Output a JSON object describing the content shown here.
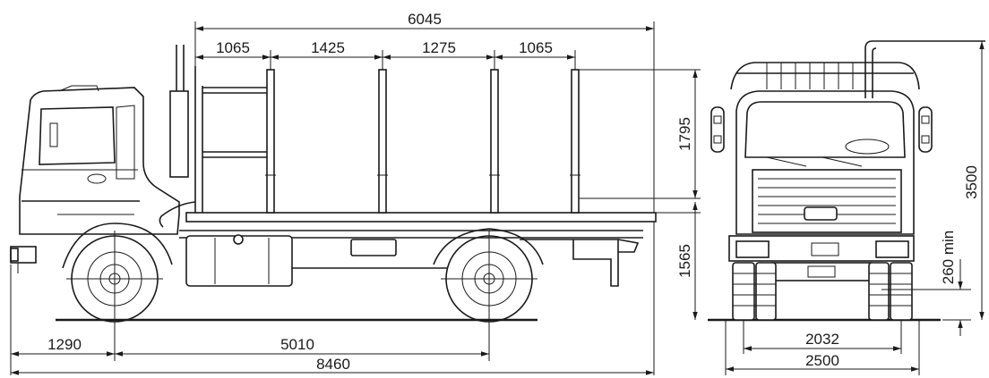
{
  "dimensions": {
    "load_length": "6045",
    "stake_gap_1": "1065",
    "stake_gap_2": "1425",
    "stake_gap_3": "1275",
    "stake_gap_4": "1065",
    "stake_height": "1795",
    "platform_height": "1565",
    "front_overhang": "1290",
    "wheelbase": "5010",
    "overall_length": "8460",
    "overall_height": "3500",
    "ground_clearance": "260 min",
    "track_width": "2032",
    "overall_width": "2500"
  }
}
